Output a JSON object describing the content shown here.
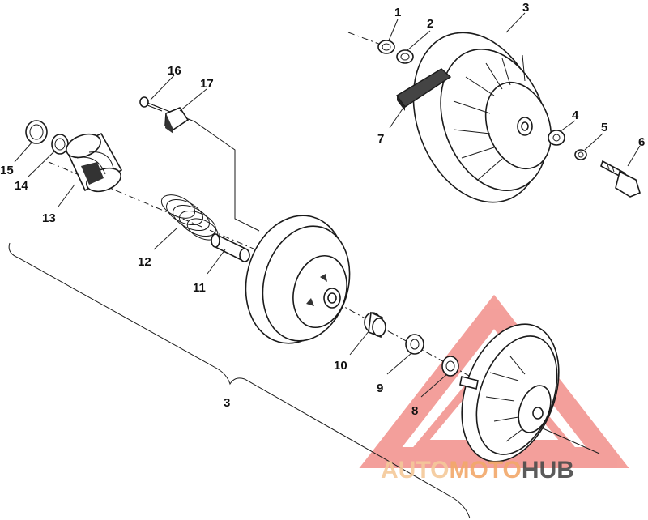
{
  "callouts": [
    {
      "id": "1",
      "text": "1"
    },
    {
      "id": "2",
      "text": "2"
    },
    {
      "id": "3a",
      "text": "3"
    },
    {
      "id": "4",
      "text": "4"
    },
    {
      "id": "5",
      "text": "5"
    },
    {
      "id": "6",
      "text": "6"
    },
    {
      "id": "7",
      "text": "7"
    },
    {
      "id": "8",
      "text": "8"
    },
    {
      "id": "9",
      "text": "9"
    },
    {
      "id": "10",
      "text": "10"
    },
    {
      "id": "11",
      "text": "11"
    },
    {
      "id": "12",
      "text": "12"
    },
    {
      "id": "13",
      "text": "13"
    },
    {
      "id": "14",
      "text": "14"
    },
    {
      "id": "15",
      "text": "15"
    },
    {
      "id": "16",
      "text": "16"
    },
    {
      "id": "17",
      "text": "17"
    },
    {
      "id": "3b",
      "text": "3"
    }
  ],
  "watermark": {
    "part1": "AUTO",
    "part2": "MOTO",
    "part3": "HUB",
    "color_light": "#f5c99a",
    "color_mid": "#f2a86a",
    "color_dark": "#4a4a4a",
    "triangle_color": "#f0807a"
  }
}
